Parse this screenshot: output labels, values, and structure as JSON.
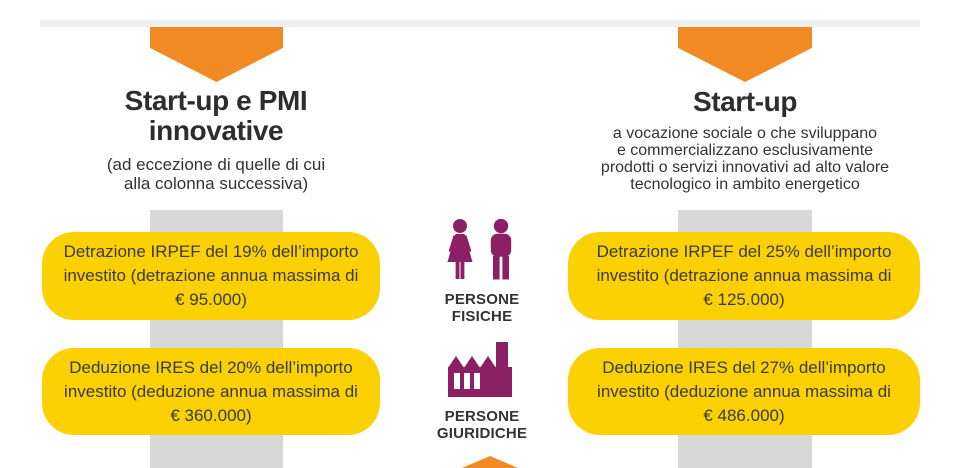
{
  "colors": {
    "orange": "#F18A23",
    "yellow": "#FCD103",
    "purple": "#8B2164",
    "light_gray_bar": "#EFEFEF",
    "column_gray": "#D8D8D8",
    "text_dark": "#2D2D2D",
    "text_body": "#3A3A3A"
  },
  "columns": {
    "left": {
      "title_lines": [
        "Start-up e PMI",
        "innovative"
      ],
      "subtitle_lines": [
        "(ad eccezione di quelle di cui",
        "alla colonna successiva)"
      ],
      "boxes": [
        {
          "lines": [
            "Detrazione IRPEF del 19% dell’importo",
            "investito (detrazione annua massima di",
            "€ 95.000)"
          ]
        },
        {
          "lines": [
            "Deduzione IRES del 20% dell’importo",
            "investito (deduzione annua massima di",
            "€ 360.000)"
          ]
        }
      ]
    },
    "right": {
      "title_lines": [
        "Start-up"
      ],
      "subtitle_lines": [
        "a vocazione sociale o che sviluppano",
        "e commercializzano esclusivamente",
        "prodotti o servizi innovativi ad alto valore",
        "tecnologico in ambito energetico"
      ],
      "boxes": [
        {
          "lines": [
            "Detrazione IRPEF del 25% dell’importo",
            "investito (detrazione annua massima di",
            "€ 125.000)"
          ]
        },
        {
          "lines": [
            "Deduzione IRES del 27% dell’importo",
            "investito (deduzione annua massima di",
            "€ 486.000)"
          ]
        }
      ]
    }
  },
  "center": {
    "groups": [
      {
        "icon": "persone-fisiche-icon",
        "label_lines": [
          "PERSONE",
          "FISICHE"
        ]
      },
      {
        "icon": "persone-giuridiche-icon",
        "label_lines": [
          "PERSONE",
          "GIURIDICHE"
        ]
      }
    ]
  }
}
